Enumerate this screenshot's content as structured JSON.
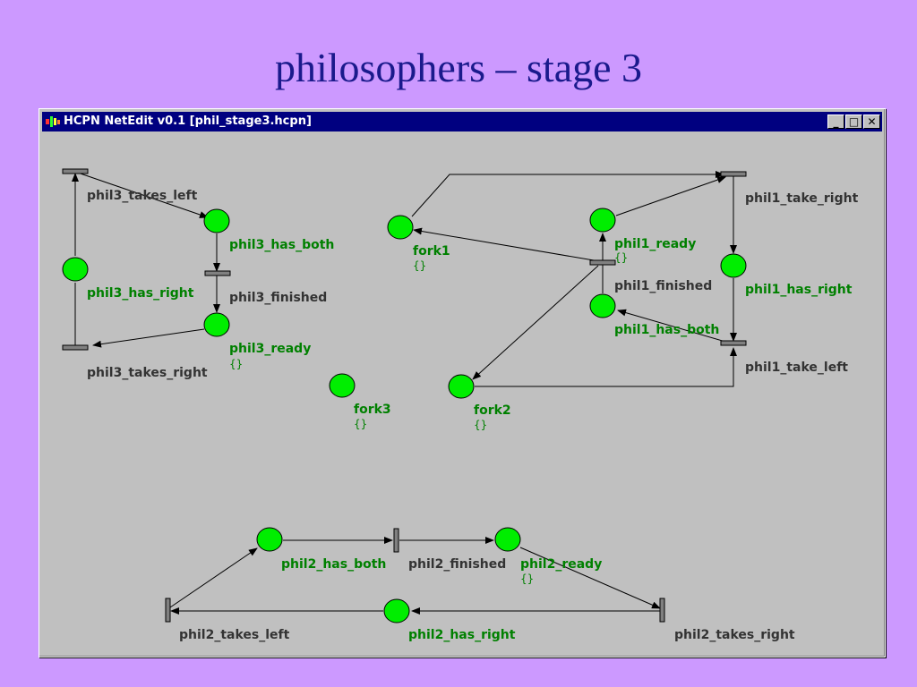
{
  "slide": {
    "title": "philosophers – stage 3"
  },
  "window": {
    "title": "HCPN NetEdit v0.1 [phil_stage3.hcpn]",
    "controls": {
      "minimize": "_",
      "maximize": "□",
      "close": "✕"
    }
  },
  "net": {
    "places": {
      "phil3_has_both": "phil3_has_both",
      "phil3_has_right": "phil3_has_right",
      "phil3_ready": "phil3_ready",
      "fork1": "fork1",
      "fork2": "fork2",
      "fork3": "fork3",
      "phil1_ready": "phil1_ready",
      "phil1_has_right": "phil1_has_right",
      "phil1_has_both": "phil1_has_both",
      "phil2_has_both": "phil2_has_both",
      "phil2_ready": "phil2_ready",
      "phil2_has_right": "phil2_has_right"
    },
    "transitions": {
      "phil3_takes_left": "phil3_takes_left",
      "phil3_finished": "phil3_finished",
      "phil3_takes_right": "phil3_takes_right",
      "phil1_take_right": "phil1_take_right",
      "phil1_finished": "phil1_finished",
      "phil1_take_left": "phil1_take_left",
      "phil2_finished": "phil2_finished",
      "phil2_takes_left": "phil2_takes_left",
      "phil2_takes_right": "phil2_takes_right"
    },
    "markings": {
      "phil3_ready": "{}",
      "fork1": "{}",
      "fork2": "{}",
      "fork3": "{}",
      "phil1_ready": "{}",
      "phil2_ready": "{}"
    }
  },
  "colors": {
    "place_fill": "#00ee00",
    "place_label": "#008000",
    "transition_label": "#333333",
    "background": "#cc99ff",
    "titlebar": "#000080",
    "title_text": "#1a1a8c"
  }
}
